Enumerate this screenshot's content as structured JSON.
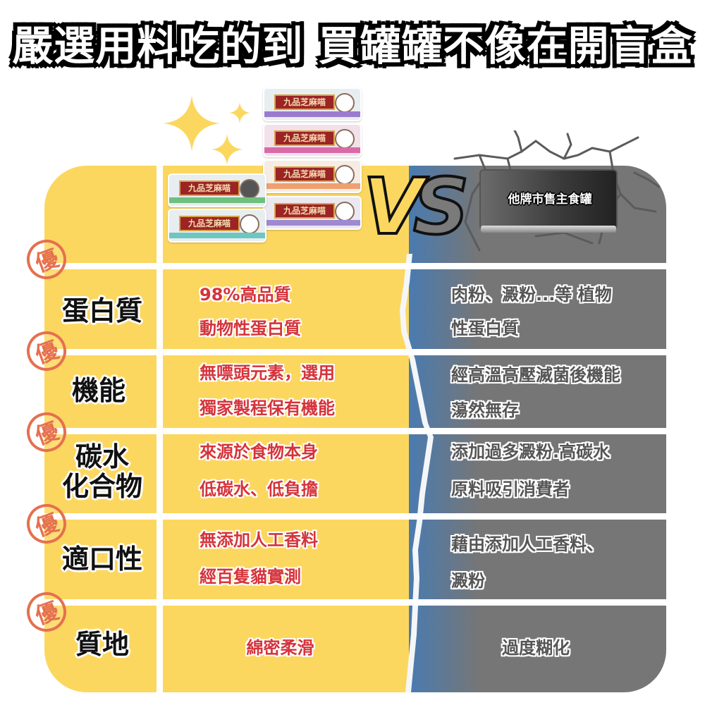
{
  "header": {
    "title": "嚴選用料吃的到 買罐罐不像在開盲盒"
  },
  "comparison": {
    "vs_label": {
      "v": "V",
      "s": "S"
    },
    "our_product": {
      "brand_label": "九品芝麻喵",
      "can_count": 6
    },
    "rival_product": {
      "title": "他牌市售主食罐"
    },
    "advantage_stamp": "優",
    "rows": [
      {
        "label": "蛋白質",
        "ours": [
          "98%高品質",
          "動物性蛋白質"
        ],
        "theirs": [
          "肉粉、澱粉...等 植物",
          "性蛋白質"
        ]
      },
      {
        "label": "機能",
        "ours": [
          "無嘌頭元素，選用",
          "獨家製程保有機能"
        ],
        "theirs": [
          "經高溫高壓滅菌後機能",
          "蕩然無存"
        ]
      },
      {
        "label_lines": [
          "碳水",
          "化合物"
        ],
        "ours": [
          "來源於食物本身",
          "低碳水、低負擔"
        ],
        "theirs": [
          "添加過多澱粉.高碳水",
          "原料吸引消費者"
        ]
      },
      {
        "label": "適口性",
        "ours": [
          "無添加人工香料",
          "經百隻貓實測"
        ],
        "theirs": [
          "藉由添加人工香料、",
          "澱粉"
        ]
      },
      {
        "label": "質地",
        "ours": [
          "綿密柔滑"
        ],
        "theirs": [
          "過度糊化"
        ]
      }
    ]
  },
  "colors": {
    "yellow_panel": "#fcd75f",
    "gray_panel": "#767676",
    "ours_text": "#d5333b",
    "stamp": "#e5704f"
  }
}
